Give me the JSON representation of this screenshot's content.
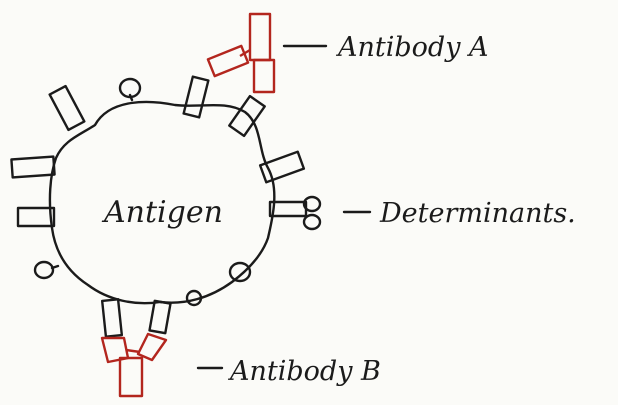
{
  "diagram": {
    "antigen_label": "Antigen",
    "antibody_a_label": "Antibody A",
    "determinants_label": "Determinants.",
    "antibody_b_label": "Antibody B"
  },
  "colors": {
    "ink": "#1b1b1b",
    "antibody": "#b3261e",
    "paper": "#fbfbf8"
  }
}
